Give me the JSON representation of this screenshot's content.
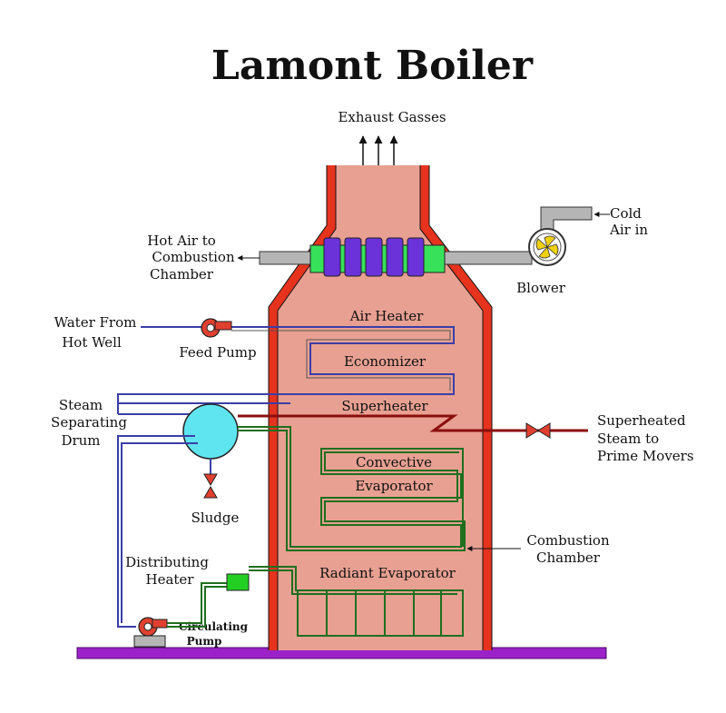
{
  "title": "Lamont Boiler",
  "labels": {
    "exhaust": "Exhaust Gasses",
    "cold_air_1": "Cold",
    "cold_air_2": "Air in",
    "blower": "Blower",
    "hot_air_1": "Hot Air to",
    "hot_air_2": "Combustion",
    "hot_air_3": "Chamber",
    "water_from_1": "Water From",
    "water_from_2": "Hot Well",
    "feed_pump": "Feed Pump",
    "air_heater": "Air Heater",
    "economizer": "Economizer",
    "superheater": "Superheater",
    "steam_drum_1": "Steam",
    "steam_drum_2": "Separating",
    "steam_drum_3": "Drum",
    "superheated_1": "Superheated",
    "superheated_2": "Steam to",
    "superheated_3": "Prime Movers",
    "convective_1": "Convective",
    "convective_2": "Evaporator",
    "sludge": "Sludge",
    "combustion_1": "Combustion",
    "combustion_2": "Chamber",
    "distributing_1": "Distributing",
    "distributing_2": "Heater",
    "radiant": "Radiant Evaporator",
    "circulating_1": "Circulating",
    "circulating_2": "Pump"
  },
  "colors": {
    "furnace_fill": "#e8a092",
    "wall": "#e5331e",
    "steam_pipe": "#8b0e0e",
    "water_pipe": "#3a3ea8",
    "evaporator_pipe": "#1f6f1f",
    "air_heater_tubes": "#6a32d8",
    "air_heater_band": "#37e25a",
    "duct": "#b5b5b5",
    "pump": "#e04030",
    "base": "#9b22c8",
    "drum": "#5fe5ef",
    "heater_box": "#23cf23"
  }
}
